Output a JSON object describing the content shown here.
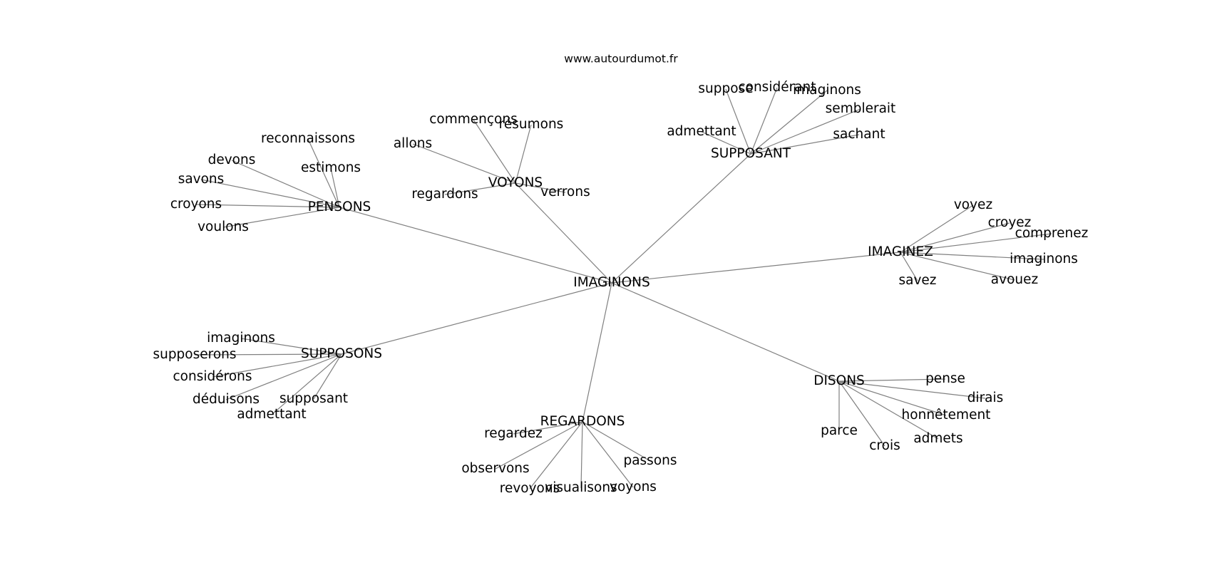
{
  "header": {
    "site": "www.autourdumot.fr"
  },
  "graph": {
    "center": {
      "label": "IMAGINONS"
    },
    "clusters": [
      {
        "id": "pensons",
        "label": "PENSONS",
        "children": [
          "reconnaissons",
          "devons",
          "estimons",
          "savons",
          "croyons",
          "voulons"
        ]
      },
      {
        "id": "voyons",
        "label": "VOYONS",
        "children": [
          "commençons",
          "résumons",
          "allons",
          "regardons",
          "verrons"
        ]
      },
      {
        "id": "supposant",
        "label": "SUPPOSANT",
        "children": [
          "suppose",
          "considérant",
          "imaginons",
          "semblerait",
          "admettant",
          "sachant"
        ]
      },
      {
        "id": "imaginez",
        "label": "IMAGINEZ",
        "children": [
          "voyez",
          "croyez",
          "comprenez",
          "imaginons",
          "savez",
          "avouez"
        ]
      },
      {
        "id": "supposons",
        "label": "SUPPOSONS",
        "children": [
          "imaginons",
          "supposerons",
          "considérons",
          "déduisons",
          "supposant",
          "admettant"
        ]
      },
      {
        "id": "regardons",
        "label": "REGARDONS",
        "children": [
          "regardez",
          "observons",
          "revoyons",
          "visualisons",
          "voyons",
          "passons"
        ]
      },
      {
        "id": "disons",
        "label": "DISONS",
        "children": [
          "pense",
          "dirais",
          "honnêtement",
          "parce",
          "crois",
          "admets"
        ]
      }
    ]
  }
}
